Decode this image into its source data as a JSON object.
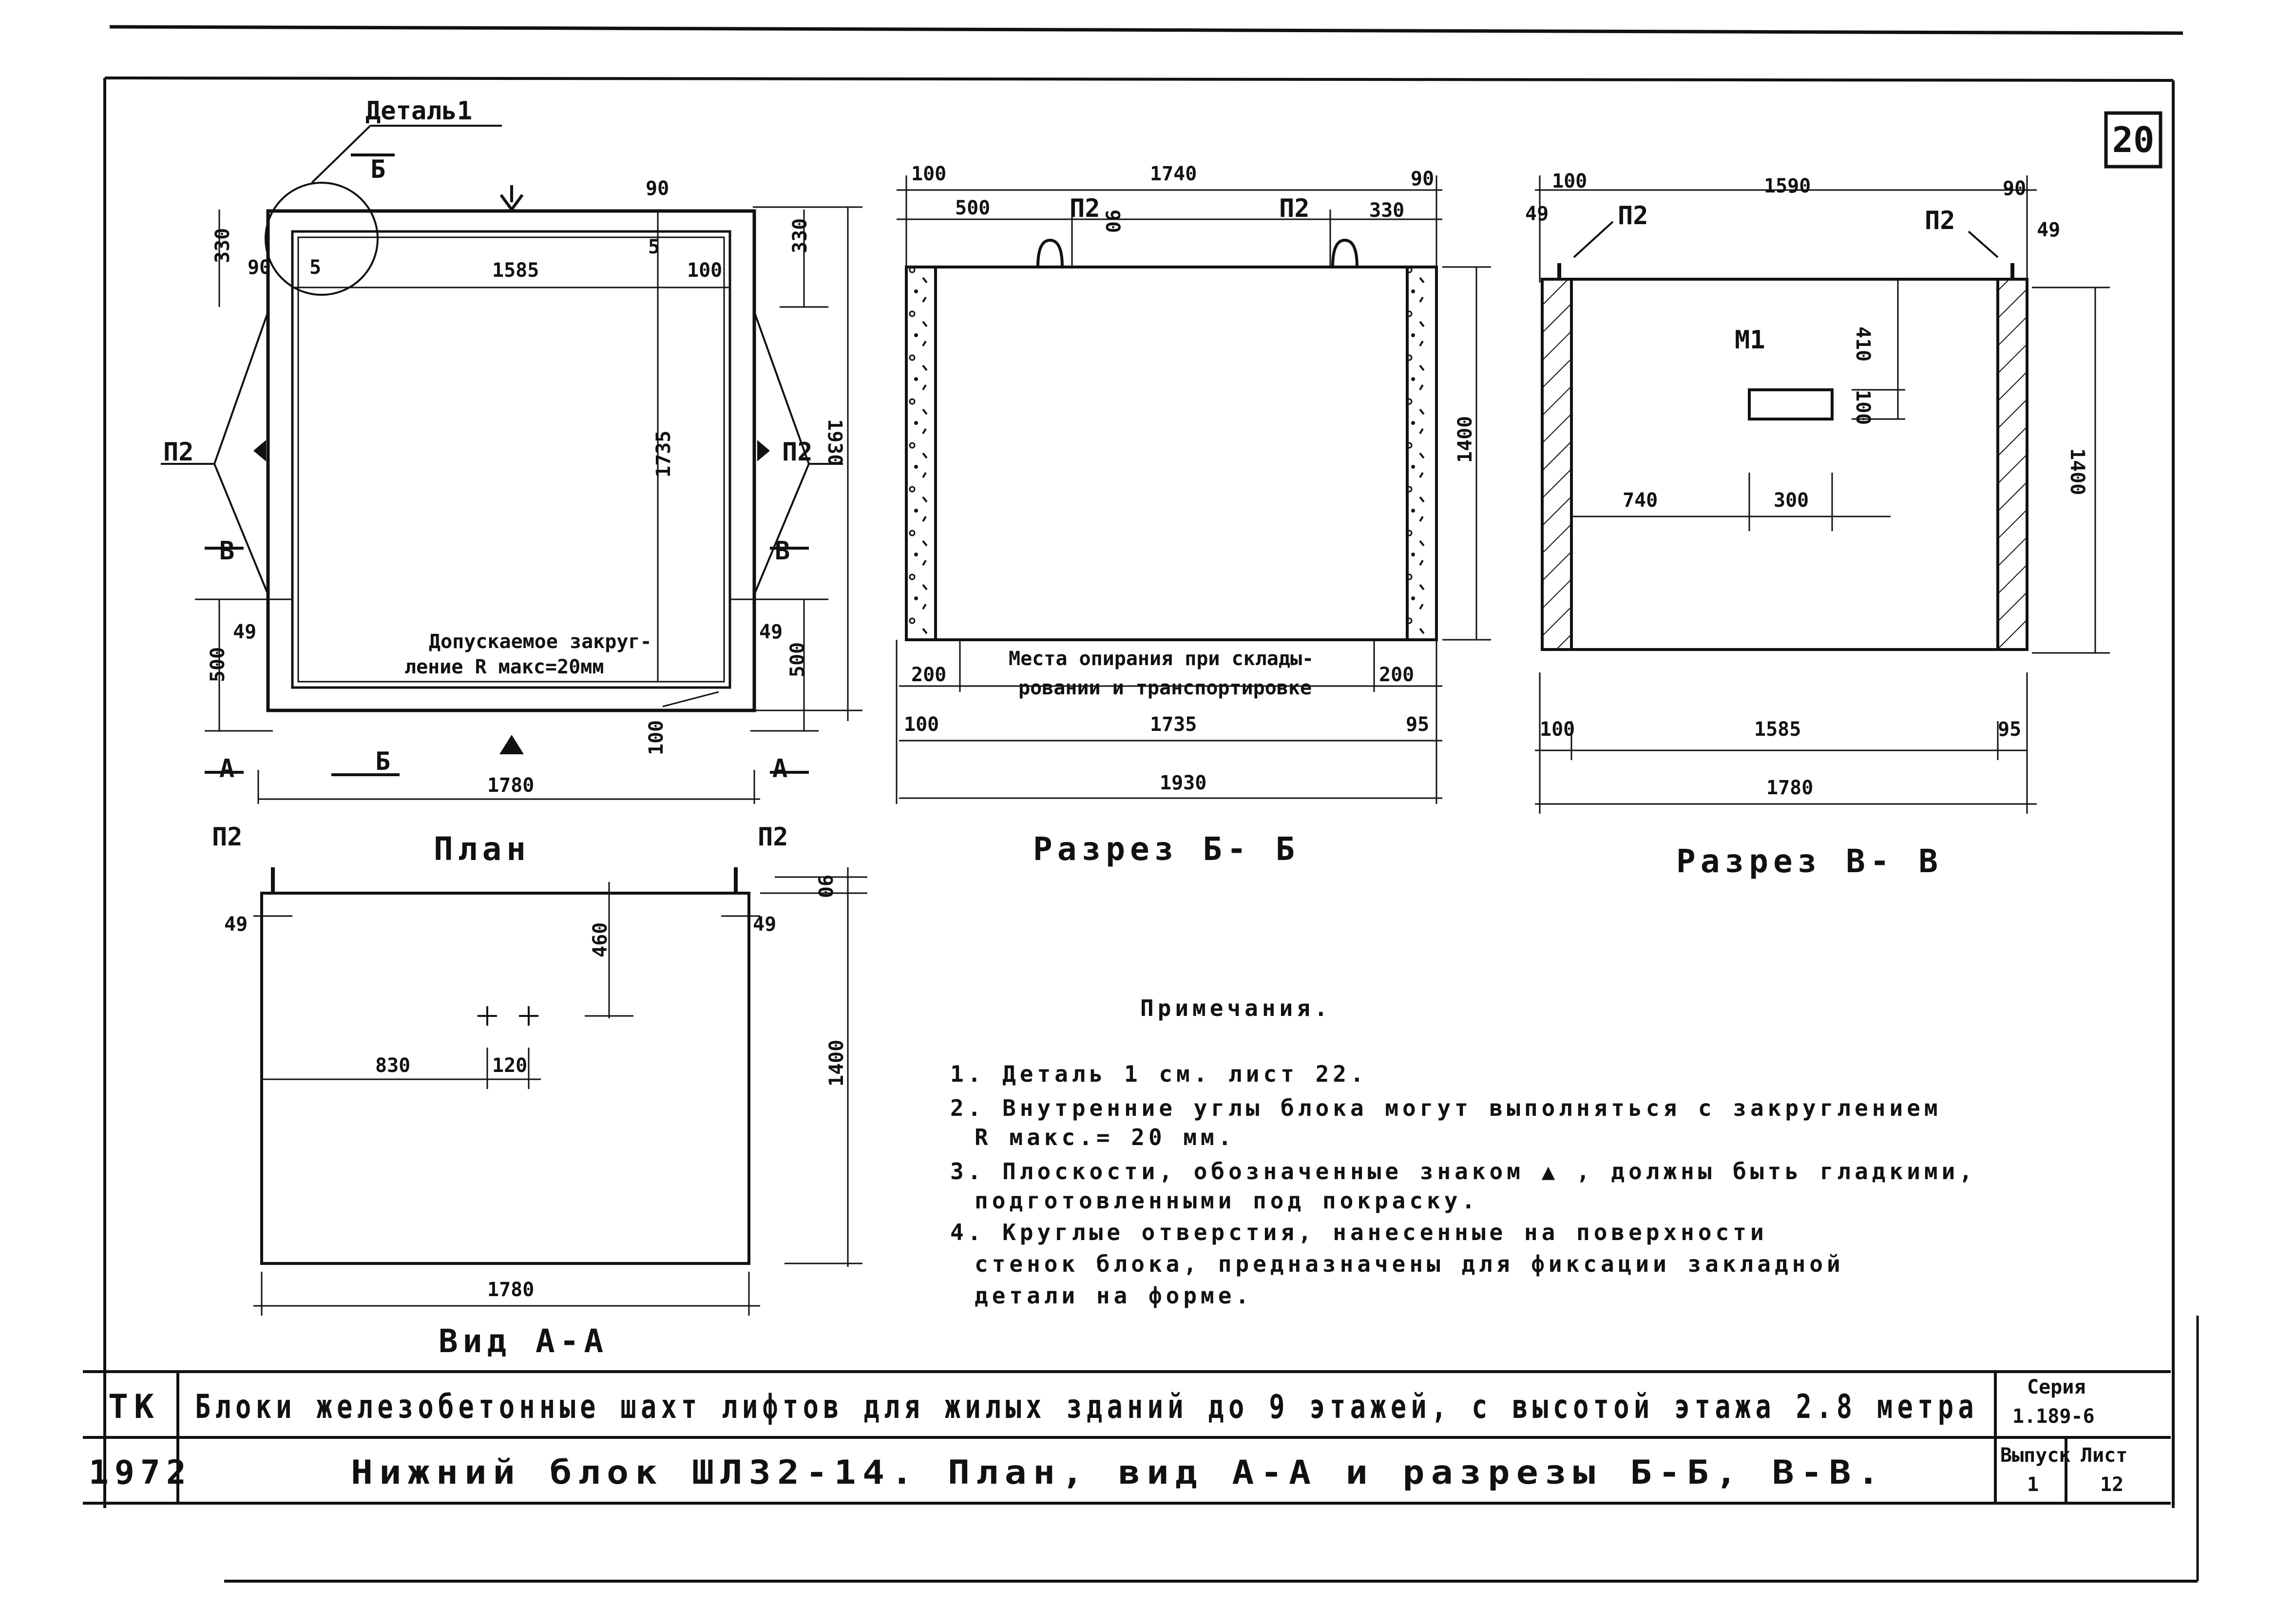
{
  "sheet_number": "20",
  "plan": {
    "title": "План",
    "detail_callout": "Деталь1",
    "section_b_label": "Б",
    "section_v_label": "В",
    "section_a_label": "А",
    "p2_label": "П2",
    "note_rounding_1": "Допускаемое закруг-",
    "note_rounding_2": "ление R макс=20мм",
    "dims": {
      "d330_top": "330",
      "d330_right": "330",
      "d90_left": "90",
      "d5_a": "5",
      "d5_b": "5",
      "d90_top": "90",
      "d1585": "1585",
      "d100_top": "100",
      "d1735": "1735",
      "d1930": "1930",
      "d49_left": "49",
      "d49_right": "49",
      "d500_left": "500",
      "d500_right": "500",
      "d100_bottom": "100",
      "d1780": "1780"
    }
  },
  "section_bb": {
    "title": "Разрез Б- Б",
    "p2_left": "П2",
    "p2_right": "П2",
    "support_note_1": "Места опирания при склады-",
    "support_note_2": "ровании и транспортировке",
    "dims": {
      "d100": "100",
      "d1740": "1740",
      "d90": "90",
      "d500": "500",
      "d90_hook": "90",
      "d330": "330",
      "d1400": "1400",
      "d200_left": "200",
      "d200_right": "200",
      "d100_bottom": "100",
      "d1735": "1735",
      "d95": "95",
      "d1930": "1930"
    }
  },
  "section_vv": {
    "title": "Разрез В- В",
    "p2_left": "П2",
    "p2_right": "П2",
    "m1_label": "М1",
    "dims": {
      "d100": "100",
      "d1590": "1590",
      "d90": "90",
      "d49_left": "49",
      "d49_right": "49",
      "d410": "410",
      "d100_part": "100",
      "d740": "740",
      "d300": "300",
      "d1400": "1400",
      "d100_bottom": "100",
      "d1585": "1585",
      "d95": "95",
      "d1780": "1780"
    }
  },
  "view_aa": {
    "title": "Вид А-А",
    "p2_left": "П2",
    "p2_right": "П2",
    "dims": {
      "d90": "90",
      "d49_left": "49",
      "d49_right": "49",
      "d460": "460",
      "d830": "830",
      "d120": "120",
      "d1400": "1400",
      "d1780": "1780"
    }
  },
  "notes": {
    "heading": "Примечания.",
    "lines": [
      "1. Деталь 1 см. лист 22.",
      "2. Внутренние углы блока могут выполняться с закруглением",
      "R макс.= 20 мм.",
      "3. Плоскости, обозначенные знаком ▲ , должны быть гладкими,",
      "подготовленными под покраску.",
      "4. Круглые отверстия, нанесенные на поверхности",
      "стенок блока, предназначены для фиксации закладной",
      "детали на форме."
    ]
  },
  "title_block": {
    "org": "ТК",
    "year": "1972",
    "row1": "Блоки железобетонные шахт лифтов для жилых зданий до 9 этажей, с высотой этажа 2.8 метра",
    "row2": "Нижний блок ШЛ32-14. План, вид А-А и разрезы Б-Б, В-В.",
    "series_label": "Серия",
    "series_value": "1.189-6",
    "issue_label": "Выпуск",
    "issue_value": "1",
    "sheet_label": "Лист",
    "sheet_value": "12"
  }
}
